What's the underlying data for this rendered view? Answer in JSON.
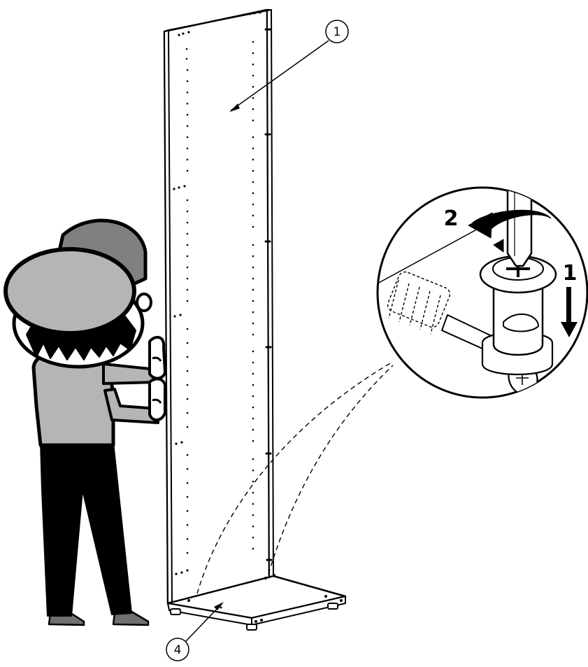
{
  "callouts": {
    "panel_label": "1",
    "base_label": "4"
  },
  "detail": {
    "step_press_label": "1",
    "step_turn_label": "2"
  },
  "colors": {
    "line": "#000000",
    "cap_dark": "#808080",
    "cap_light": "#b5b5b5",
    "shirt": "#b5b5b5",
    "pants": "#000000",
    "shoes": "#707070"
  }
}
